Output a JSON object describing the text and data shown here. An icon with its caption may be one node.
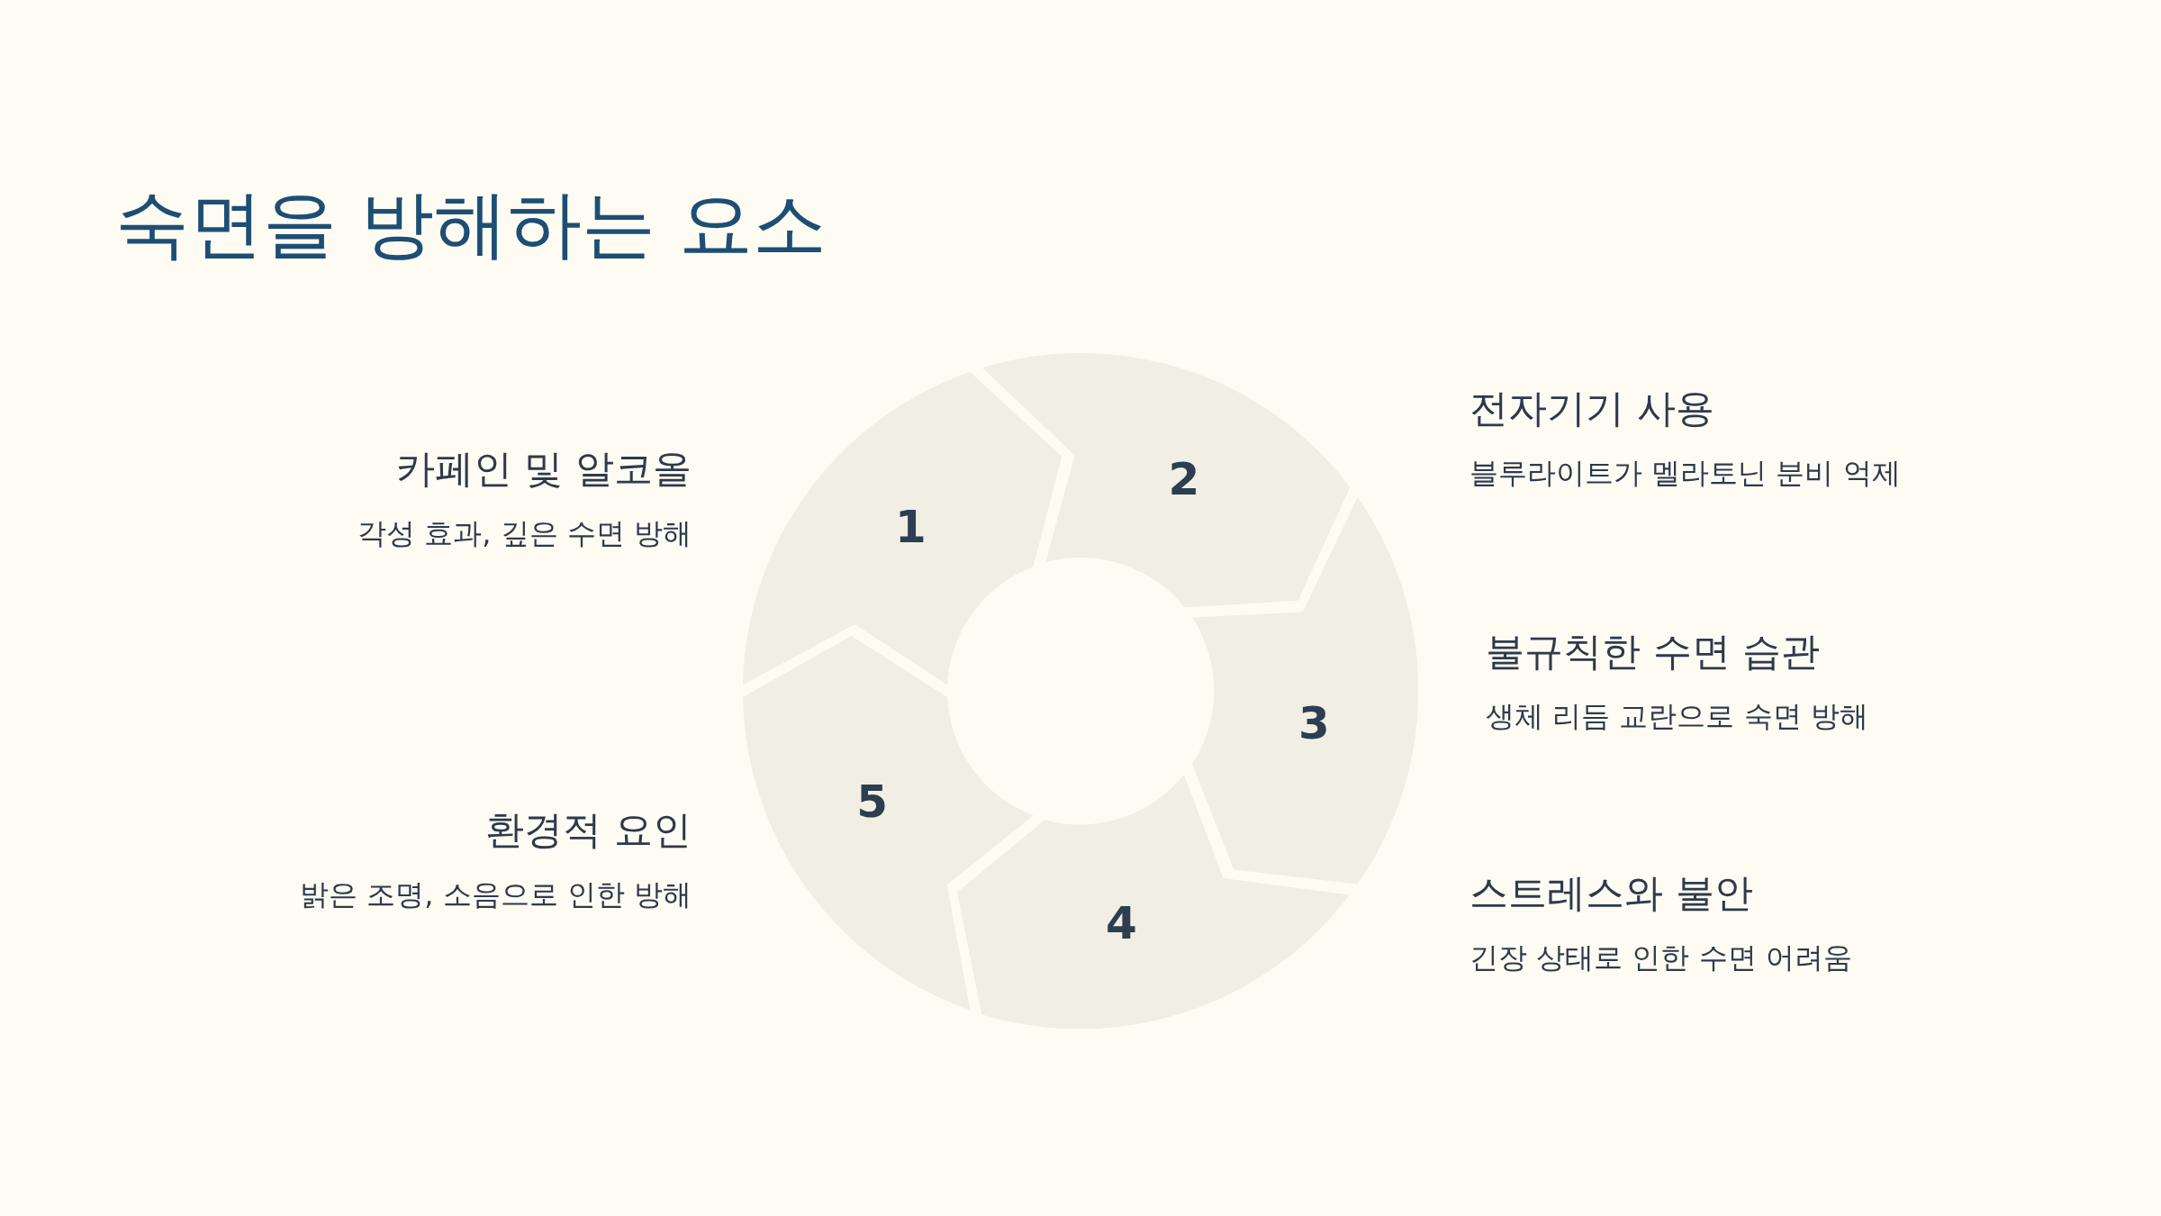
{
  "diagram": {
    "title": "숙면을 방해하는 요소",
    "nodes": [
      {
        "text": [
          "1"
        ],
        "beside": [
          "카페인 및 알코올",
          "각성 효과, 깊은 수면 방해"
        ]
      },
      {
        "text": [
          "2"
        ],
        "beside": [
          "전자기기 사용",
          "블루라이트가 멜라토닌 분비 억제"
        ]
      },
      {
        "text": [
          "3"
        ],
        "beside": [
          "불규칙한 수면 습관",
          "생체 리듬 교란으로 숙면 방해"
        ]
      },
      {
        "text": [
          "4"
        ],
        "beside": [
          "스트레스와 불안",
          "긴장 상태로 인한 수면 어려움"
        ]
      },
      {
        "text": [
          "5"
        ],
        "beside": [
          "환경적 요인",
          "밝은 조명, 소음으로 인한 방해"
        ]
      }
    ]
  }
}
